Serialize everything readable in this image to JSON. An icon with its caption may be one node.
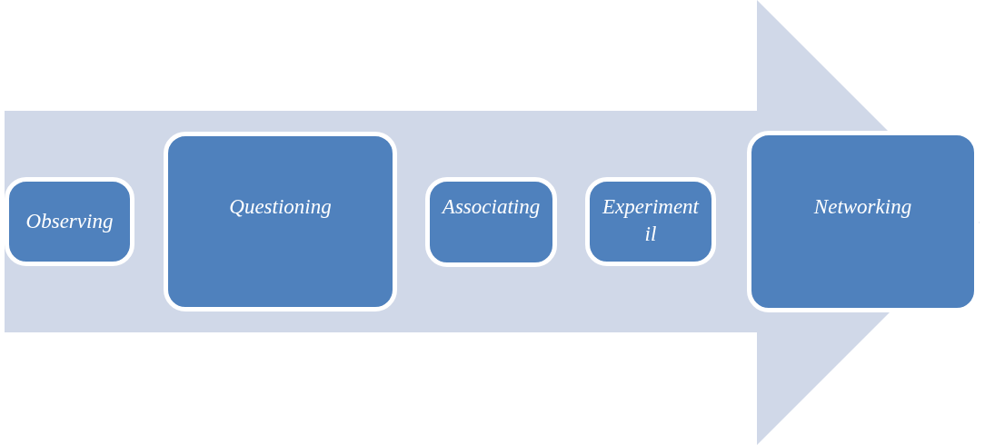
{
  "diagram": {
    "nodes": [
      {
        "text": [
          "Observing"
        ]
      },
      {
        "text": [
          "Questioning"
        ]
      },
      {
        "text": [
          "Associating"
        ]
      },
      {
        "text": [
          "Experiment il"
        ]
      },
      {
        "text": [
          "Networking"
        ]
      }
    ],
    "edges": [
      {
        "from": 0,
        "to": 4,
        "arrow": "to"
      }
    ]
  }
}
